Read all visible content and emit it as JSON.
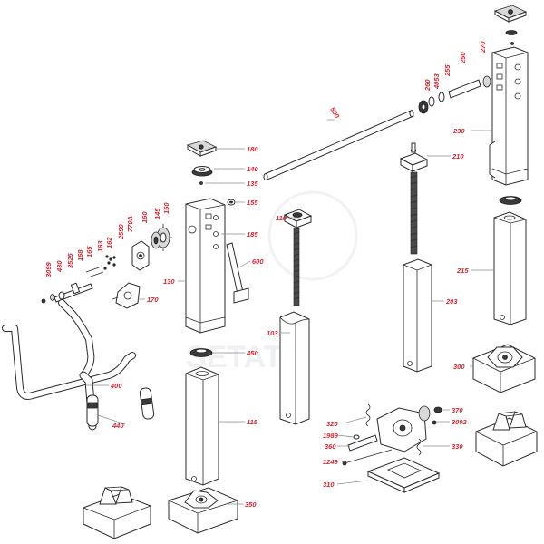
{
  "diagram": {
    "type": "exploded-parts-view",
    "label_color": "#e0242e",
    "line_color": "#2b2b2b",
    "labels": {
      "l180": "180",
      "l140": "140",
      "l135": "135",
      "l155": "155",
      "l185": "185",
      "l110": "110",
      "l150": "150",
      "l145": "145",
      "l160": "160",
      "l770a": "770A",
      "l2599": "2599",
      "l162": "162",
      "l163": "163",
      "l165": "165",
      "l168": "168",
      "l3525": "3525",
      "l430": "430",
      "l3099": "3099",
      "l130": "130",
      "l170": "170",
      "l600": "600",
      "l500": "500",
      "l260": "260",
      "l4053": "4053",
      "l255": "255",
      "l250": "250",
      "l270": "270",
      "l230": "230",
      "l210": "210",
      "l215": "215",
      "l203": "203",
      "l103": "103",
      "l450": "450",
      "l400": "400",
      "l440": "440",
      "l115": "115",
      "l350": "350",
      "l300": "300",
      "l320": "320",
      "l1989": "1989",
      "l360": "360",
      "l1249": "1249",
      "l370": "370",
      "l3092": "3092",
      "l330": "330",
      "l310": "310"
    }
  }
}
